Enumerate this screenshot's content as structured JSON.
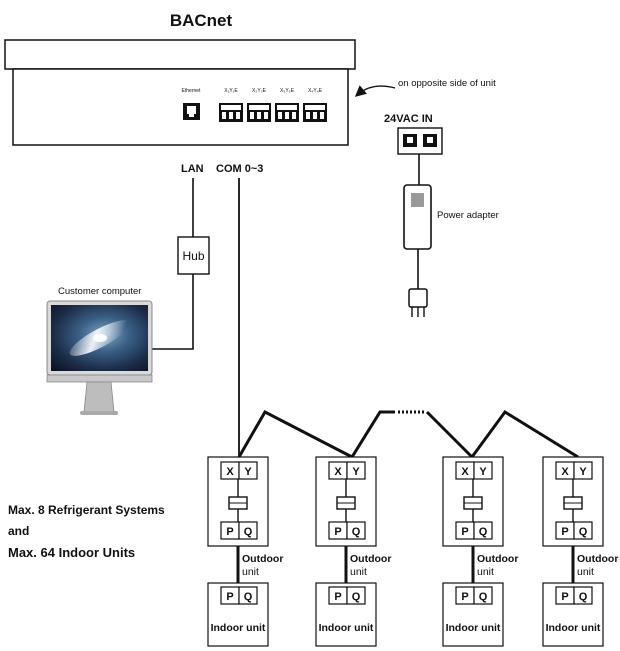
{
  "title": "BACnet",
  "gateway": {
    "ethernet_label": "Ethernet",
    "ports": [
      "X₁Y₁E",
      "X₂Y₂E",
      "X₃Y₃E",
      "X₄Y₄E"
    ],
    "lan_label": "LAN",
    "com_label": "COM 0~3"
  },
  "power": {
    "note": "on opposite side of unit",
    "input_label": "24VAC IN",
    "adapter_label": "Power adapter"
  },
  "hub_label": "Hub",
  "computer_label": "Customer computer",
  "limits": {
    "line1": "Max. 8 Refrigerant Systems",
    "line2": "and",
    "line3": "Max. 64 Indoor Units"
  },
  "outdoor_units": [
    {
      "x": "X",
      "y": "Y",
      "p": "P",
      "q": "Q",
      "label1": "Outdoor",
      "label2": "unit"
    },
    {
      "x": "X",
      "y": "Y",
      "p": "P",
      "q": "Q",
      "label1": "Outdoor",
      "label2": "unit"
    },
    {
      "x": "X",
      "y": "Y",
      "p": "P",
      "q": "Q",
      "label1": "Outdoor",
      "label2": "unit"
    },
    {
      "x": "X",
      "y": "Y",
      "p": "P",
      "q": "Q",
      "label1": "Outdoor",
      "label2": "unit"
    }
  ],
  "indoor_units": [
    {
      "p": "P",
      "q": "Q",
      "label": "Indoor unit"
    },
    {
      "p": "P",
      "q": "Q",
      "label": "Indoor unit"
    },
    {
      "p": "P",
      "q": "Q",
      "label": "Indoor unit"
    },
    {
      "p": "P",
      "q": "Q",
      "label": "Indoor unit"
    }
  ]
}
